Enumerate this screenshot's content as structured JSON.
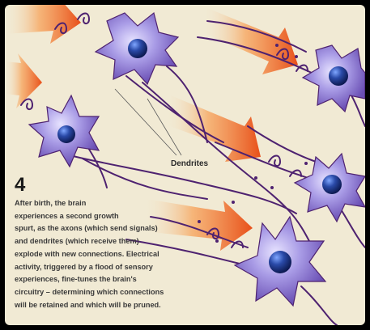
{
  "diagram": {
    "label": "Dendrites",
    "step_number": "4",
    "caption_lines": [
      "After birth, the brain",
      "experiences a second growth",
      "spurt, as the axons (which send signals)",
      "and dendrites (which receive them)",
      "explode with new connections. Electrical",
      "activity, triggered by a flood of sensory",
      "experiences, fine-tunes the brain's",
      "circuitry – determining which connections",
      "will be retained and which will be pruned."
    ]
  },
  "colors": {
    "background": "#f1ead4",
    "frame": "#000000",
    "neuron_body": "#8a7fcf",
    "neuron_nucleus": "#1d2f73",
    "axon": "#5a2a7a",
    "arrow_orange": "#ef6a1f"
  }
}
